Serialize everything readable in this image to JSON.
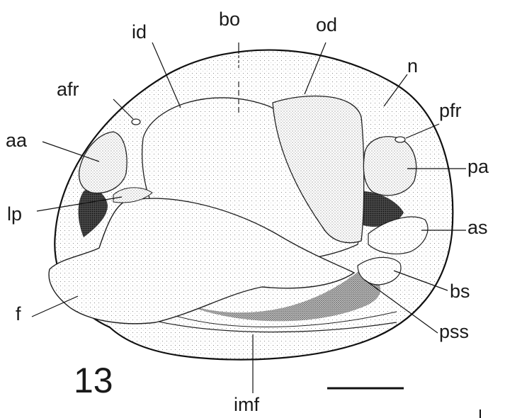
{
  "figure": {
    "number": "13",
    "labels": {
      "bo": "bo",
      "id": "id",
      "od": "od",
      "afr": "afr",
      "n": "n",
      "pfr": "pfr",
      "aa": "aa",
      "pa": "pa",
      "lp": "lp",
      "as": "as",
      "f": "f",
      "bs": "bs",
      "pss": "pss",
      "imf": "imf"
    }
  }
}
